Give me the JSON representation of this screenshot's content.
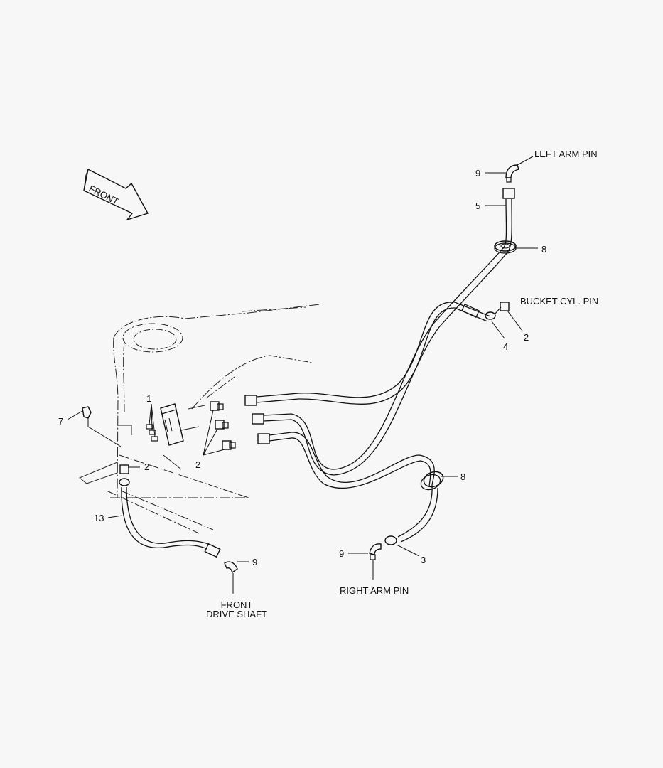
{
  "labels": {
    "front_arrow": "FRONT",
    "left_arm_pin": "LEFT ARM PIN",
    "bucket_cyl_pin": "BUCKET CYL. PIN",
    "right_arm_pin": "RIGHT ARM PIN",
    "front_drive_shaft_line1": "FRONT",
    "front_drive_shaft_line2": "DRIVE SHAFT"
  },
  "callouts": {
    "c9_left_arm": "9",
    "c5": "5",
    "c8_upper": "8",
    "c4": "4",
    "c2_bucket": "2",
    "c1": "1",
    "c7": "7",
    "c2_frame": "2",
    "c2_block": "2",
    "c13": "13",
    "c9_drive_shaft": "9",
    "c8_lower": "8",
    "c3": "3",
    "c9_right_arm": "9"
  }
}
